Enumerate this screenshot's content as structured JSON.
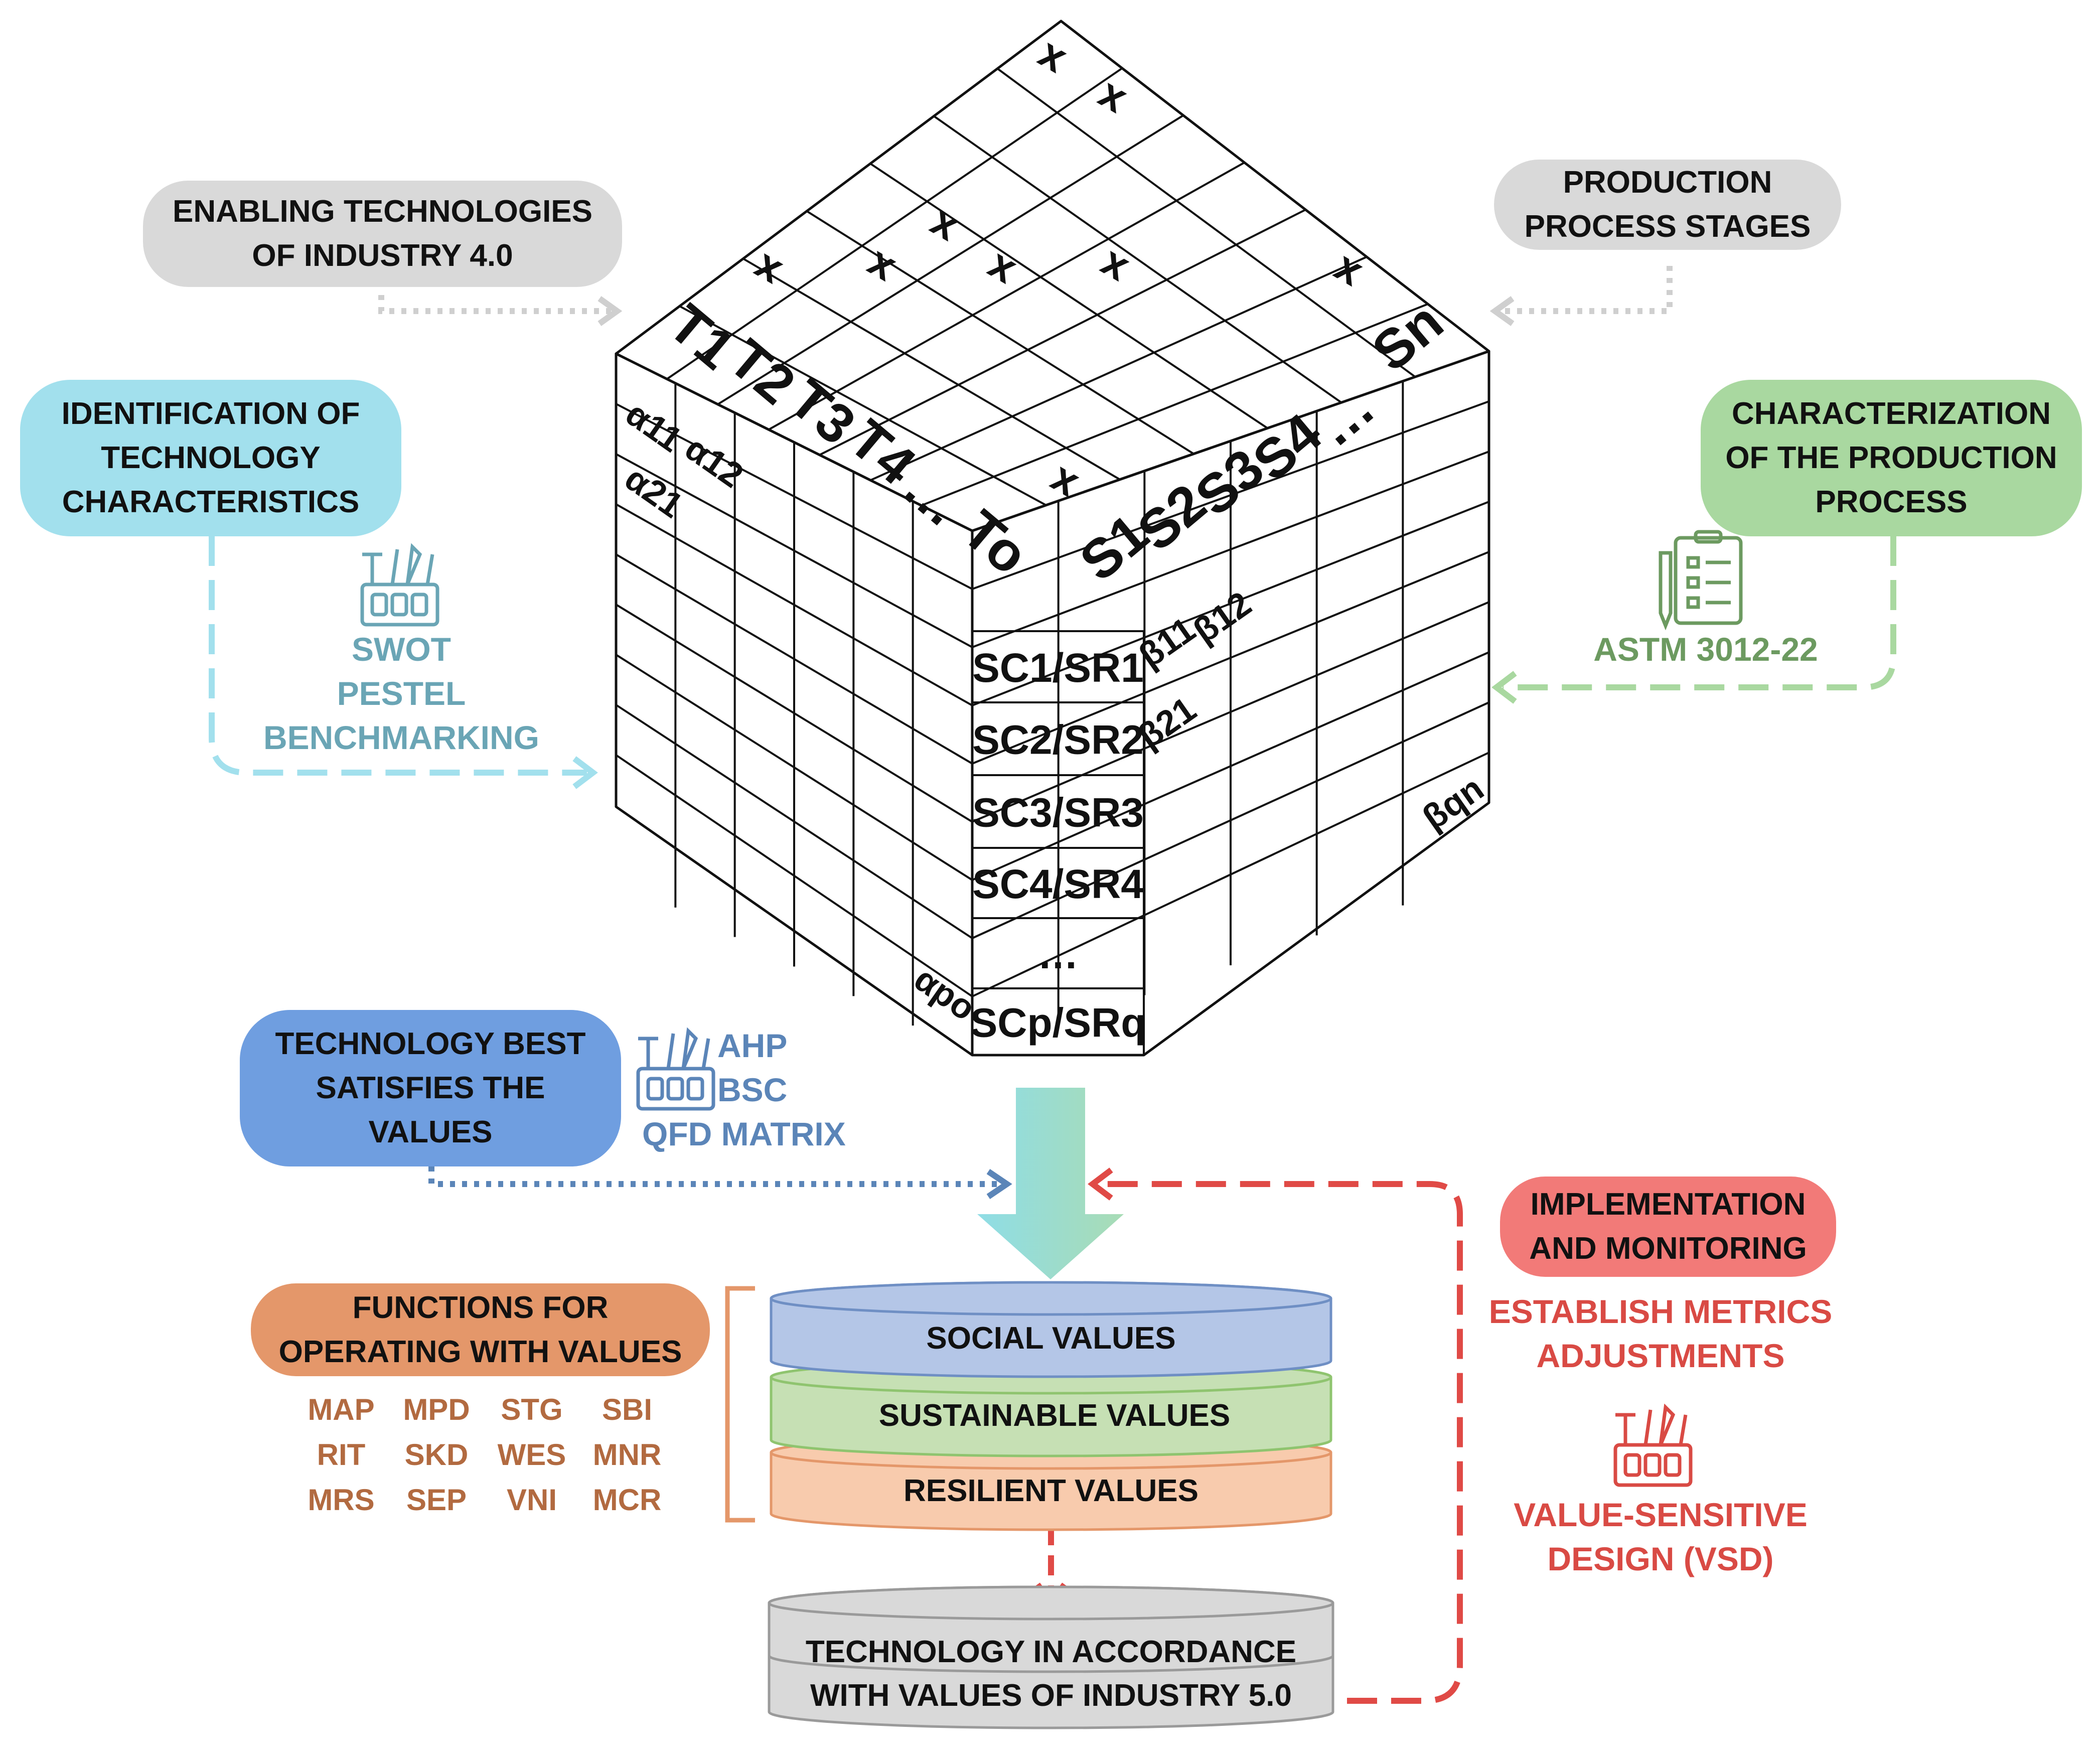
{
  "labels": {
    "enabling": [
      "ENABLING TECHNOLOGIES",
      "OF INDUSTRY 4.0"
    ],
    "stages": [
      "PRODUCTION",
      "PROCESS STAGES"
    ],
    "identification": [
      "IDENTIFICATION OF",
      "TECHNOLOGY",
      "CHARACTERISTICS"
    ],
    "characterization": [
      "CHARACTERIZATION",
      "OF THE PRODUCTION",
      "PROCESS"
    ],
    "best": [
      "TECHNOLOGY BEST",
      "SATISFIES THE",
      "VALUES"
    ],
    "implementation": [
      "IMPLEMENTATION",
      "AND MONITORING"
    ],
    "functions": [
      "FUNCTIONS FOR",
      "OPERATING WITH VALUES"
    ]
  },
  "tools": {
    "identification": [
      "SWOT",
      "PESTEL",
      "BENCHMARKING"
    ],
    "characterization": [
      "ASTM 3012-22"
    ],
    "best": [
      "AHP",
      "BSC",
      "QFD MATRIX"
    ],
    "implementation_metrics": [
      "ESTABLISH METRICS",
      "ADJUSTMENTS"
    ],
    "implementation_design": [
      "VALUE-SENSITIVE",
      "DESIGN (VSD)"
    ]
  },
  "function_codes": [
    [
      "MAP",
      "MPD",
      "STG",
      "SBI"
    ],
    [
      "RIT",
      "SKD",
      "WES",
      "MNR"
    ],
    [
      "MRS",
      "SEP",
      "VNI",
      "MCR"
    ]
  ],
  "layers": {
    "social": "SOCIAL VALUES",
    "sustainable": "SUSTAINABLE VALUES",
    "resilient": "RESILIENT VALUES",
    "result": [
      "TECHNOLOGY IN ACCORDANCE",
      "WITH VALUES OF INDUSTRY 5.0"
    ]
  },
  "matrix": {
    "tech_headers": [
      "T1",
      "T2",
      "T3",
      "T4",
      "…",
      "To"
    ],
    "stage_headers": [
      "S1",
      "S2",
      "S3",
      "S4",
      "…",
      "Sn"
    ],
    "mark": "x",
    "alpha": [
      "α11",
      "α12",
      "α21",
      "αpo"
    ],
    "beta": [
      "β11",
      "β12",
      "β21",
      "βqn"
    ],
    "sc_rows": [
      "SC1/SR1",
      "SC2/SR2",
      "SC3/SR3",
      "SC4/SR4",
      "…",
      "SCp/SRq"
    ]
  },
  "colors": {
    "grey": "#d9d9d9",
    "cyan": "#a2e0ed",
    "cyan_text": "#6aa5b5",
    "green": "#a9d8a0",
    "green_text": "#6c9a60",
    "blue": "#6f9ee0",
    "blue_text": "#5b85b8",
    "red": "#f27a78",
    "red_text": "#d94a44",
    "orange": "#e4976a",
    "orange_text": "#b26a40",
    "layer_social": "#b4c6e7",
    "layer_sustainable": "#c6e0b4",
    "layer_resilient": "#f8cbad"
  }
}
